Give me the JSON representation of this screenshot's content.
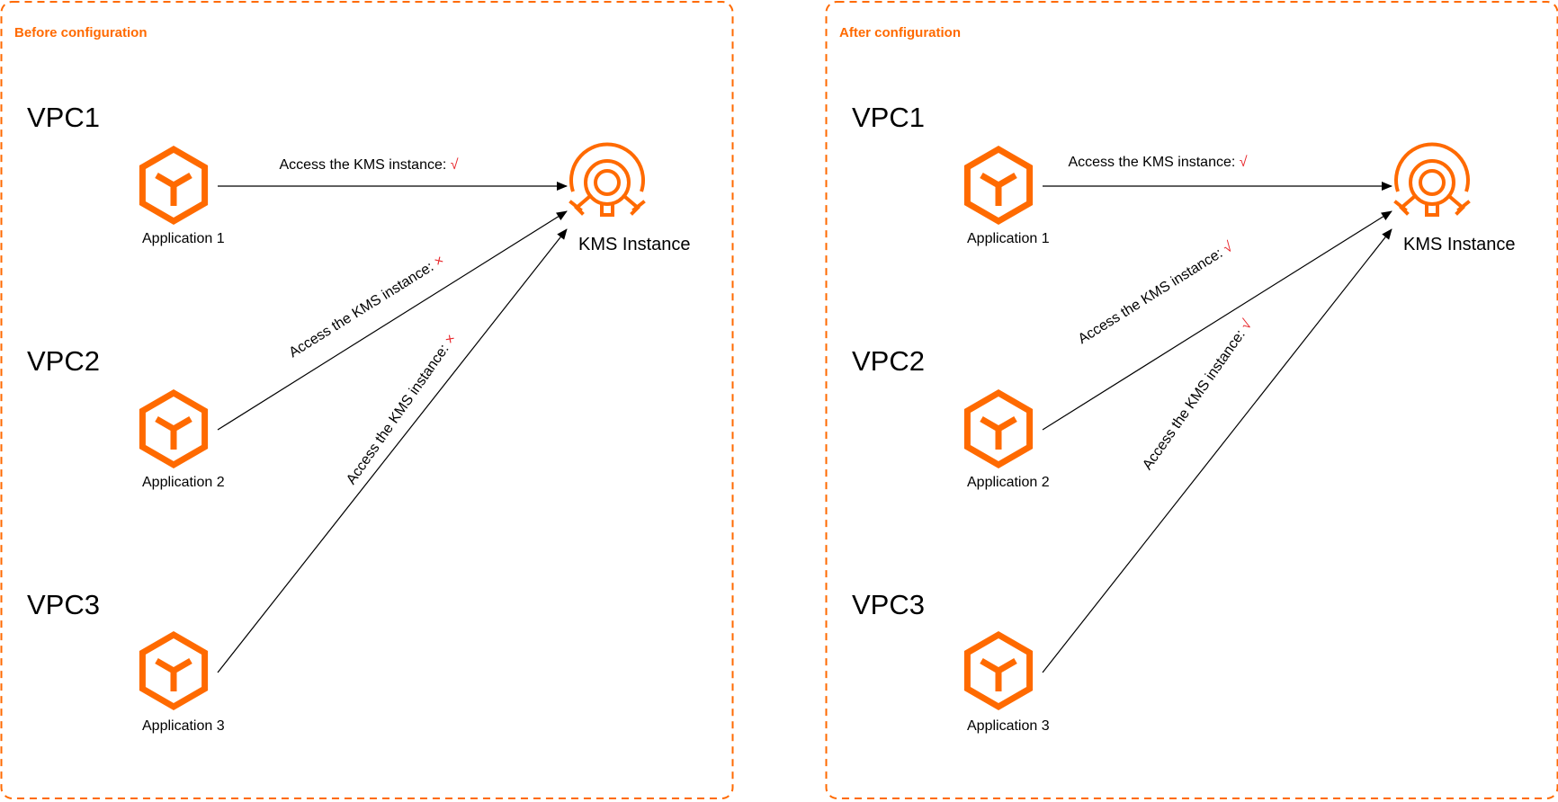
{
  "panels": [
    {
      "id": "before",
      "title": "Before configuration",
      "vpcs": [
        "VPC1",
        "VPC2",
        "VPC3"
      ],
      "apps": [
        "Application 1",
        "Application 2",
        "Application 3"
      ],
      "target": "KMS Instance",
      "arrows": [
        {
          "label": "Access the KMS instance:",
          "mark": "√"
        },
        {
          "label": "Access the KMS instance:",
          "mark": "×"
        },
        {
          "label": "Access the KMS instance:",
          "mark": "×"
        }
      ]
    },
    {
      "id": "after",
      "title": "After configuration",
      "vpcs": [
        "VPC1",
        "VPC2",
        "VPC3"
      ],
      "apps": [
        "Application 1",
        "Application 2",
        "Application 3"
      ],
      "target": "KMS Instance",
      "arrows": [
        {
          "label": "Access the KMS instance:",
          "mark": "√"
        },
        {
          "label": "Access the KMS instance:",
          "mark": "√"
        },
        {
          "label": "Access the KMS instance:",
          "mark": "√"
        }
      ]
    }
  ],
  "colors": {
    "accent": "#FF6A00",
    "mark": "#E8282D",
    "line": "#000000"
  },
  "icons": {
    "app": "hexagon-cube-icon",
    "kms": "kms-key-icon"
  }
}
